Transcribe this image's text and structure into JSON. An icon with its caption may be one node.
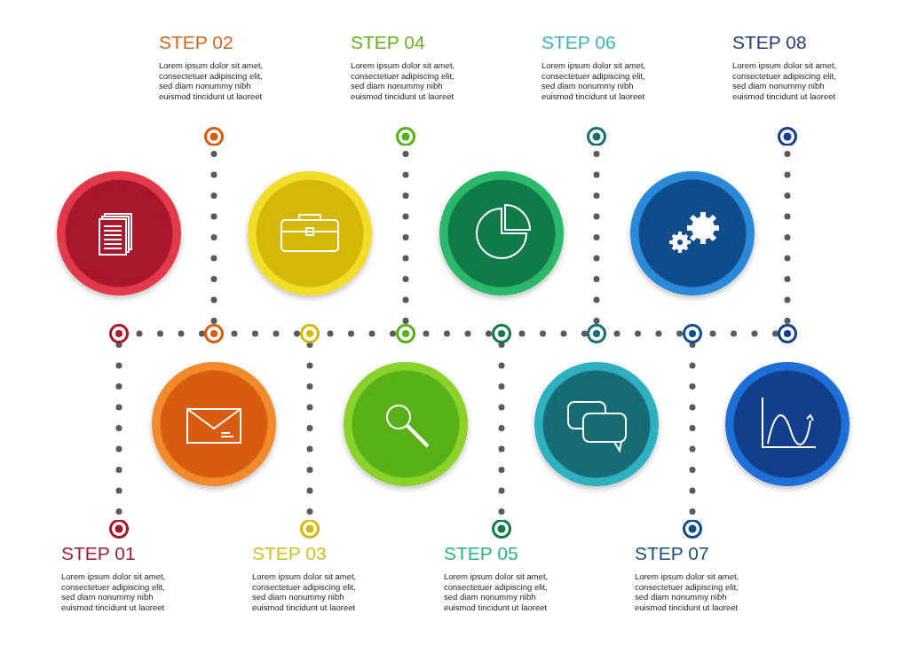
{
  "diagram": {
    "nodes": [
      {
        "text": [
          "STEP 01",
          "Lorem ipsum dolor sit amet, consectetuer adipiscing elit, sed diam nonummy nibh euismod tincidunt ut laoreet"
        ]
      },
      {
        "text": [
          "STEP 02",
          "Lorem ipsum dolor sit amet, consectetuer adipiscing elit, sed diam nonummy nibh euismod tincidunt ut laoreet"
        ]
      },
      {
        "text": [
          "STEP 03",
          "Lorem ipsum dolor sit amet, consectetuer adipiscing elit, sed diam nonummy nibh euismod tincidunt ut laoreet"
        ]
      },
      {
        "text": [
          "STEP 04",
          "Lorem ipsum dolor sit amet, consectetuer adipiscing elit, sed diam nonummy nibh euismod tincidunt ut laoreet"
        ]
      },
      {
        "text": [
          "STEP 05",
          "Lorem ipsum dolor sit amet, consectetuer adipiscing elit, sed diam nonummy nibh euismod tincidunt ut laoreet"
        ]
      },
      {
        "text": [
          "STEP 06",
          "Lorem ipsum dolor sit amet, consectetuer adipiscing elit, sed diam nonummy nibh euismod tincidunt ut laoreet"
        ]
      },
      {
        "text": [
          "STEP 07",
          "Lorem ipsum dolor sit amet, consectetuer adipiscing elit, sed diam nonummy nibh euismod tincidunt ut laoreet"
        ]
      },
      {
        "text": [
          "STEP 08",
          "Lorem ipsum dolor sit amet, consectetuer adipiscing elit, sed diam nonummy nibh euismod tincidunt ut laoreet"
        ]
      },
      {
        "text": [],
        "shape": "circle"
      },
      {
        "text": [],
        "shape": "circle"
      },
      {
        "text": [],
        "shape": "circle"
      },
      {
        "text": [],
        "shape": "circle"
      },
      {
        "text": [],
        "shape": "circle"
      },
      {
        "text": [],
        "shape": "circle"
      },
      {
        "text": [],
        "shape": "circle"
      },
      {
        "text": [],
        "shape": "circle"
      },
      {
        "text": [],
        "shape": "circle"
      },
      {
        "text": [],
        "shape": "circle"
      },
      {
        "text": [],
        "shape": "circle"
      },
      {
        "text": [],
        "shape": "circle"
      },
      {
        "text": [],
        "shape": "circle"
      },
      {
        "text": [],
        "shape": "circle"
      },
      {
        "text": [],
        "shape": "circle"
      },
      {
        "text": [],
        "shape": "circle"
      }
    ],
    "edges": [
      {
        "from": 0,
        "to": 8,
        "arrow": "other",
        "style": "dashed"
      },
      {
        "from": 1,
        "to": 9,
        "arrow": "other",
        "style": "dashed"
      },
      {
        "from": 2,
        "to": 10,
        "arrow": "other",
        "style": "dashed"
      },
      {
        "from": 3,
        "to": 11,
        "arrow": "other",
        "style": "dashed"
      },
      {
        "from": 4,
        "to": 12,
        "arrow": "other",
        "style": "dashed"
      },
      {
        "from": 5,
        "to": 13,
        "arrow": "other",
        "style": "dashed"
      },
      {
        "from": 6,
        "to": 14,
        "arrow": "other",
        "style": "dashed"
      },
      {
        "from": 7,
        "to": 15,
        "arrow": "other",
        "style": "dashed"
      },
      {
        "from": 8,
        "to": 9,
        "arrow": "none",
        "style": "dashed"
      },
      {
        "from": 9,
        "to": 10,
        "arrow": "none",
        "style": "dashed"
      },
      {
        "from": 10,
        "to": 11,
        "arrow": "none",
        "style": "dashed"
      },
      {
        "from": 11,
        "to": 12,
        "arrow": "none",
        "style": "dashed"
      },
      {
        "from": 12,
        "to": 13,
        "arrow": "none",
        "style": "dashed"
      },
      {
        "from": 13,
        "to": 14,
        "arrow": "none",
        "style": "dashed"
      },
      {
        "from": 14,
        "to": 15,
        "arrow": "none",
        "style": "dashed"
      }
    ]
  }
}
